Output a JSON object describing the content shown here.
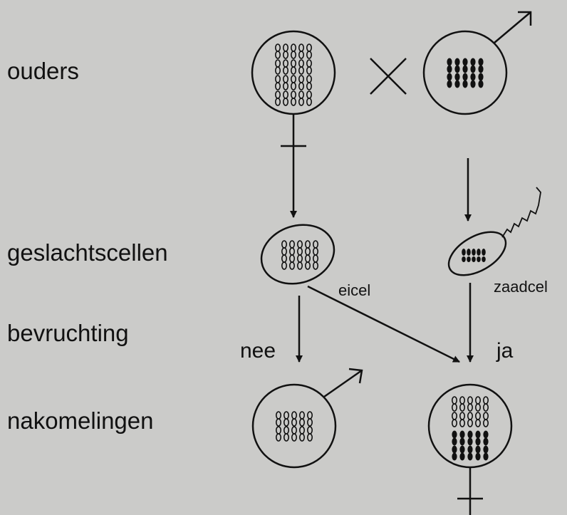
{
  "rows": {
    "parents": "ouders",
    "gametes": "geslachtscellen",
    "fertilization": "bevruchting",
    "offspring": "nakomelingen"
  },
  "cells": {
    "egg": "eicel",
    "sperm": "zaadcel"
  },
  "paths": {
    "no": "nee",
    "yes": "ja"
  },
  "colors": {
    "background": "#cbcbc9",
    "ink": "#111111"
  }
}
